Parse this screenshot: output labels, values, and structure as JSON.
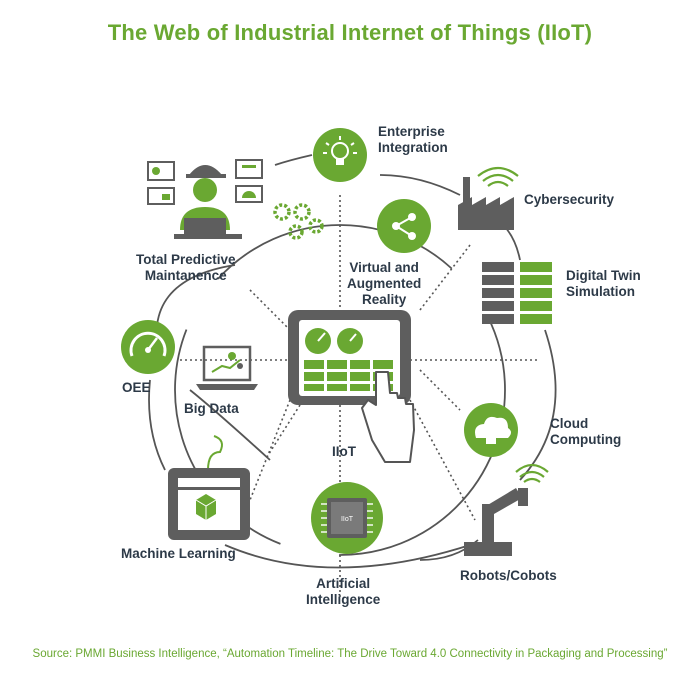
{
  "title": "The Web of Industrial Internet of Things (IIoT)",
  "center_label": "IIoT",
  "chip_label": "IIoT",
  "nodes": {
    "enterprise_integration": {
      "line1": "Enterprise",
      "line2": "Integration",
      "icon": "lightbulb-icon"
    },
    "cybersecurity": {
      "line1": "Cybersecurity",
      "icon": "factory-icon"
    },
    "digital_twin_simulation": {
      "line1": "Digital Twin",
      "line2": "Simulation",
      "icon": "server-racks-icon"
    },
    "cloud_computing": {
      "line1": "Cloud",
      "line2": "Computing",
      "icon": "cloud-icon"
    },
    "robots_cobots": {
      "line1": "Robots/Cobots",
      "icon": "robot-arm-icon"
    },
    "artificial_intelligence": {
      "line1": "Artificial",
      "line2": "Intelligence",
      "icon": "chip-icon"
    },
    "machine_learning": {
      "line1": "Machine Learning",
      "icon": "3d-printer-icon"
    },
    "oee": {
      "line1": "OEE",
      "icon": "gauge-icon"
    },
    "big_data": {
      "line1": "Big Data",
      "icon": "laptop-icon"
    },
    "total_predictive_maintenance": {
      "line1": "Total Predictive",
      "line2": "Maintanence",
      "icon": "worker-icon"
    },
    "virtual_augmented_reality": {
      "line1": "Virtual and",
      "line2": "Augmented",
      "line3": "Reality",
      "icon": "share-icon"
    }
  },
  "source": "Source: PMMI Business Intelligence, “Automation Timeline: The Drive Toward 4.0 Connectivity in Packaging and Processing”",
  "colors": {
    "green": "#6aa832",
    "gray": "#5e5e5e",
    "text": "#2d3a48"
  }
}
